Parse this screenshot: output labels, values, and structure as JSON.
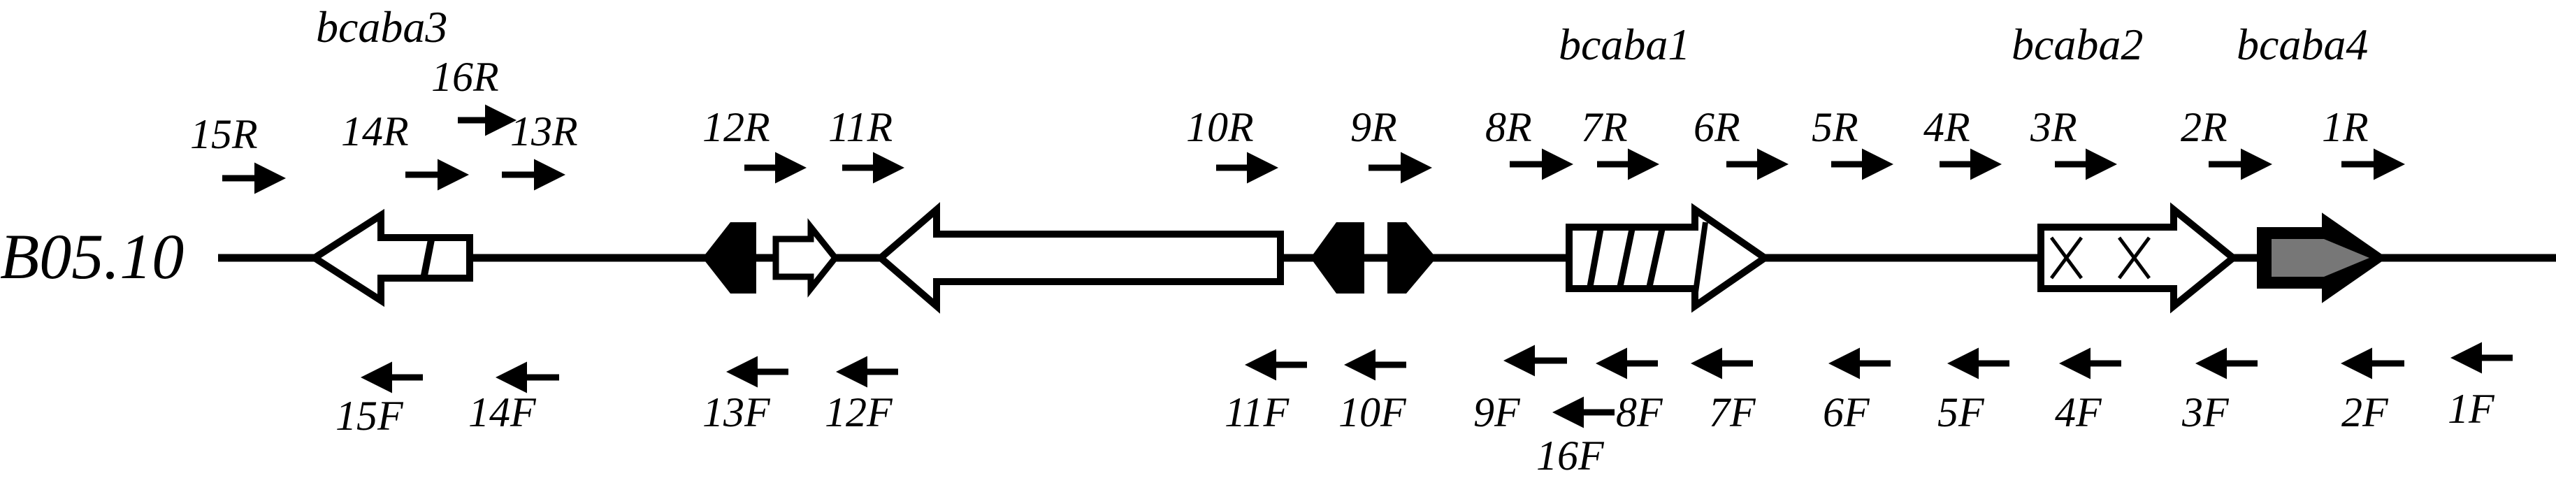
{
  "strain": "B05.10",
  "genes": [
    {
      "id": "g-bcaba3",
      "label": "bcaba3"
    },
    {
      "id": "g-bcaba1",
      "label": "bcaba1"
    },
    {
      "id": "g-bcaba2",
      "label": "bcaba2"
    },
    {
      "id": "g-bcaba4",
      "label": "bcaba4"
    }
  ],
  "reverse_primers": [
    "15R",
    "14R",
    "16R",
    "13R",
    "12R",
    "11R",
    "10R",
    "9R",
    "8R",
    "7R",
    "6R",
    "5R",
    "4R",
    "3R",
    "2R",
    "1R"
  ],
  "forward_primers": [
    "15F",
    "14F",
    "13F",
    "12F",
    "11F",
    "10F",
    "9F",
    "16F",
    "8F",
    "7F",
    "6F",
    "5F",
    "4F",
    "3F",
    "2F",
    "1F"
  ],
  "colors": {
    "line": "#000000",
    "fill_white": "#ffffff",
    "fill_black": "#000000",
    "fill_grey": "#777777"
  }
}
